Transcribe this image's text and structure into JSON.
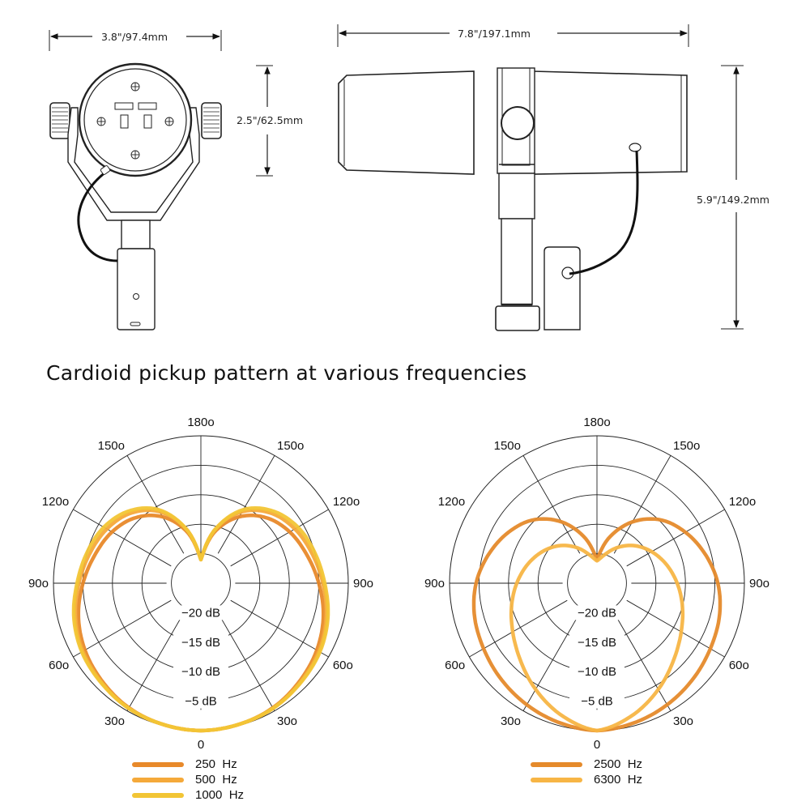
{
  "dimensions": {
    "front_width": "3.8\"/97.4mm",
    "front_height": "2.5\"/62.5mm",
    "side_length": "7.8\"/197.1mm",
    "side_height": "5.9\"/149.2mm"
  },
  "title": "Cardioid pickup pattern at various frequencies",
  "colors": {
    "hz250": "#E8892A",
    "hz500": "#F5A93A",
    "hz1000": "#F2C535",
    "hz2500": "#E58A2B",
    "hz6300": "#F7B545",
    "grid": "#222222"
  },
  "chart_data": [
    {
      "type": "polar",
      "title": "",
      "angle_ticks": [
        "180o",
        "150o",
        "150o",
        "120o",
        "120o",
        "90o",
        "90o",
        "60o",
        "60o",
        "30o",
        "30o",
        "0"
      ],
      "radial_ticks": [
        "-20 dB",
        "-15 dB",
        "-10 dB",
        "-5 dB"
      ],
      "r_range_db": [
        -25,
        0
      ],
      "angles_deg": [
        0,
        15,
        30,
        45,
        60,
        75,
        90,
        105,
        120,
        135,
        150,
        165,
        180
      ],
      "series": [
        {
          "name": "250  Hz",
          "color_key": "hz250",
          "values_db": [
            0,
            -0.2,
            -0.6,
            -1.4,
            -2.3,
            -3.5,
            -5,
            -6.4,
            -7.6,
            -9.3,
            -12,
            -16,
            -21
          ]
        },
        {
          "name": "500  Hz",
          "color_key": "hz500",
          "values_db": [
            0,
            -0.2,
            -0.5,
            -1.2,
            -1.9,
            -3,
            -4.3,
            -5.5,
            -6.6,
            -8.2,
            -11,
            -15.5,
            -21
          ]
        },
        {
          "name": "1000  Hz",
          "color_key": "hz1000",
          "values_db": [
            0,
            -0.2,
            -0.5,
            -1.1,
            -1.7,
            -2.7,
            -4,
            -5,
            -6,
            -7.7,
            -10.6,
            -15.5,
            -21
          ]
        }
      ],
      "legend_position": "bottom"
    },
    {
      "type": "polar",
      "title": "",
      "angle_ticks": [
        "180o",
        "150o",
        "150o",
        "120o",
        "120o",
        "90o",
        "90o",
        "60o",
        "60o",
        "30o",
        "30o",
        "0"
      ],
      "radial_ticks": [
        "-20 dB",
        "-15 dB",
        "-10 dB",
        "-5 dB"
      ],
      "r_range_db": [
        -25,
        0
      ],
      "angles_deg": [
        0,
        15,
        30,
        45,
        60,
        75,
        90,
        105,
        120,
        135,
        150,
        165,
        180
      ],
      "series": [
        {
          "name": "2500  Hz",
          "color_key": "hz2500",
          "values_db": [
            0,
            -0.5,
            -1.2,
            -2,
            -2.8,
            -3.5,
            -4.5,
            -6,
            -7.7,
            -9.8,
            -13,
            -17,
            -21
          ]
        },
        {
          "name": "6300  Hz",
          "color_key": "hz6300",
          "values_db": [
            0,
            -1.8,
            -4.2,
            -6.6,
            -8.5,
            -10,
            -11.4,
            -12.8,
            -14.3,
            -16,
            -18,
            -20,
            -21.2
          ]
        }
      ],
      "legend_position": "bottom"
    }
  ]
}
